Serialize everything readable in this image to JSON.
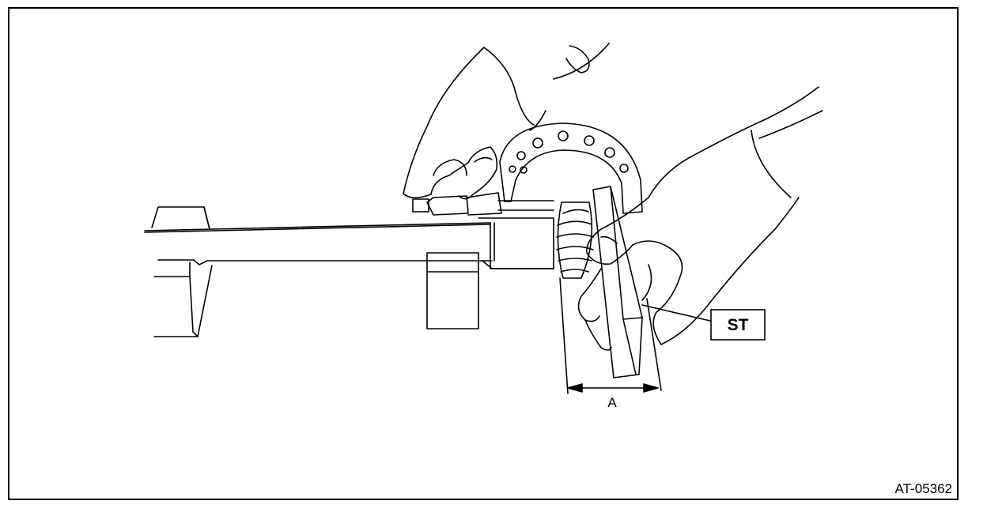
{
  "labels": {
    "st": "ST",
    "dimension": "A",
    "figure_id": "AT-05362"
  },
  "colors": {
    "line": "#000000",
    "background": "#ffffff"
  }
}
